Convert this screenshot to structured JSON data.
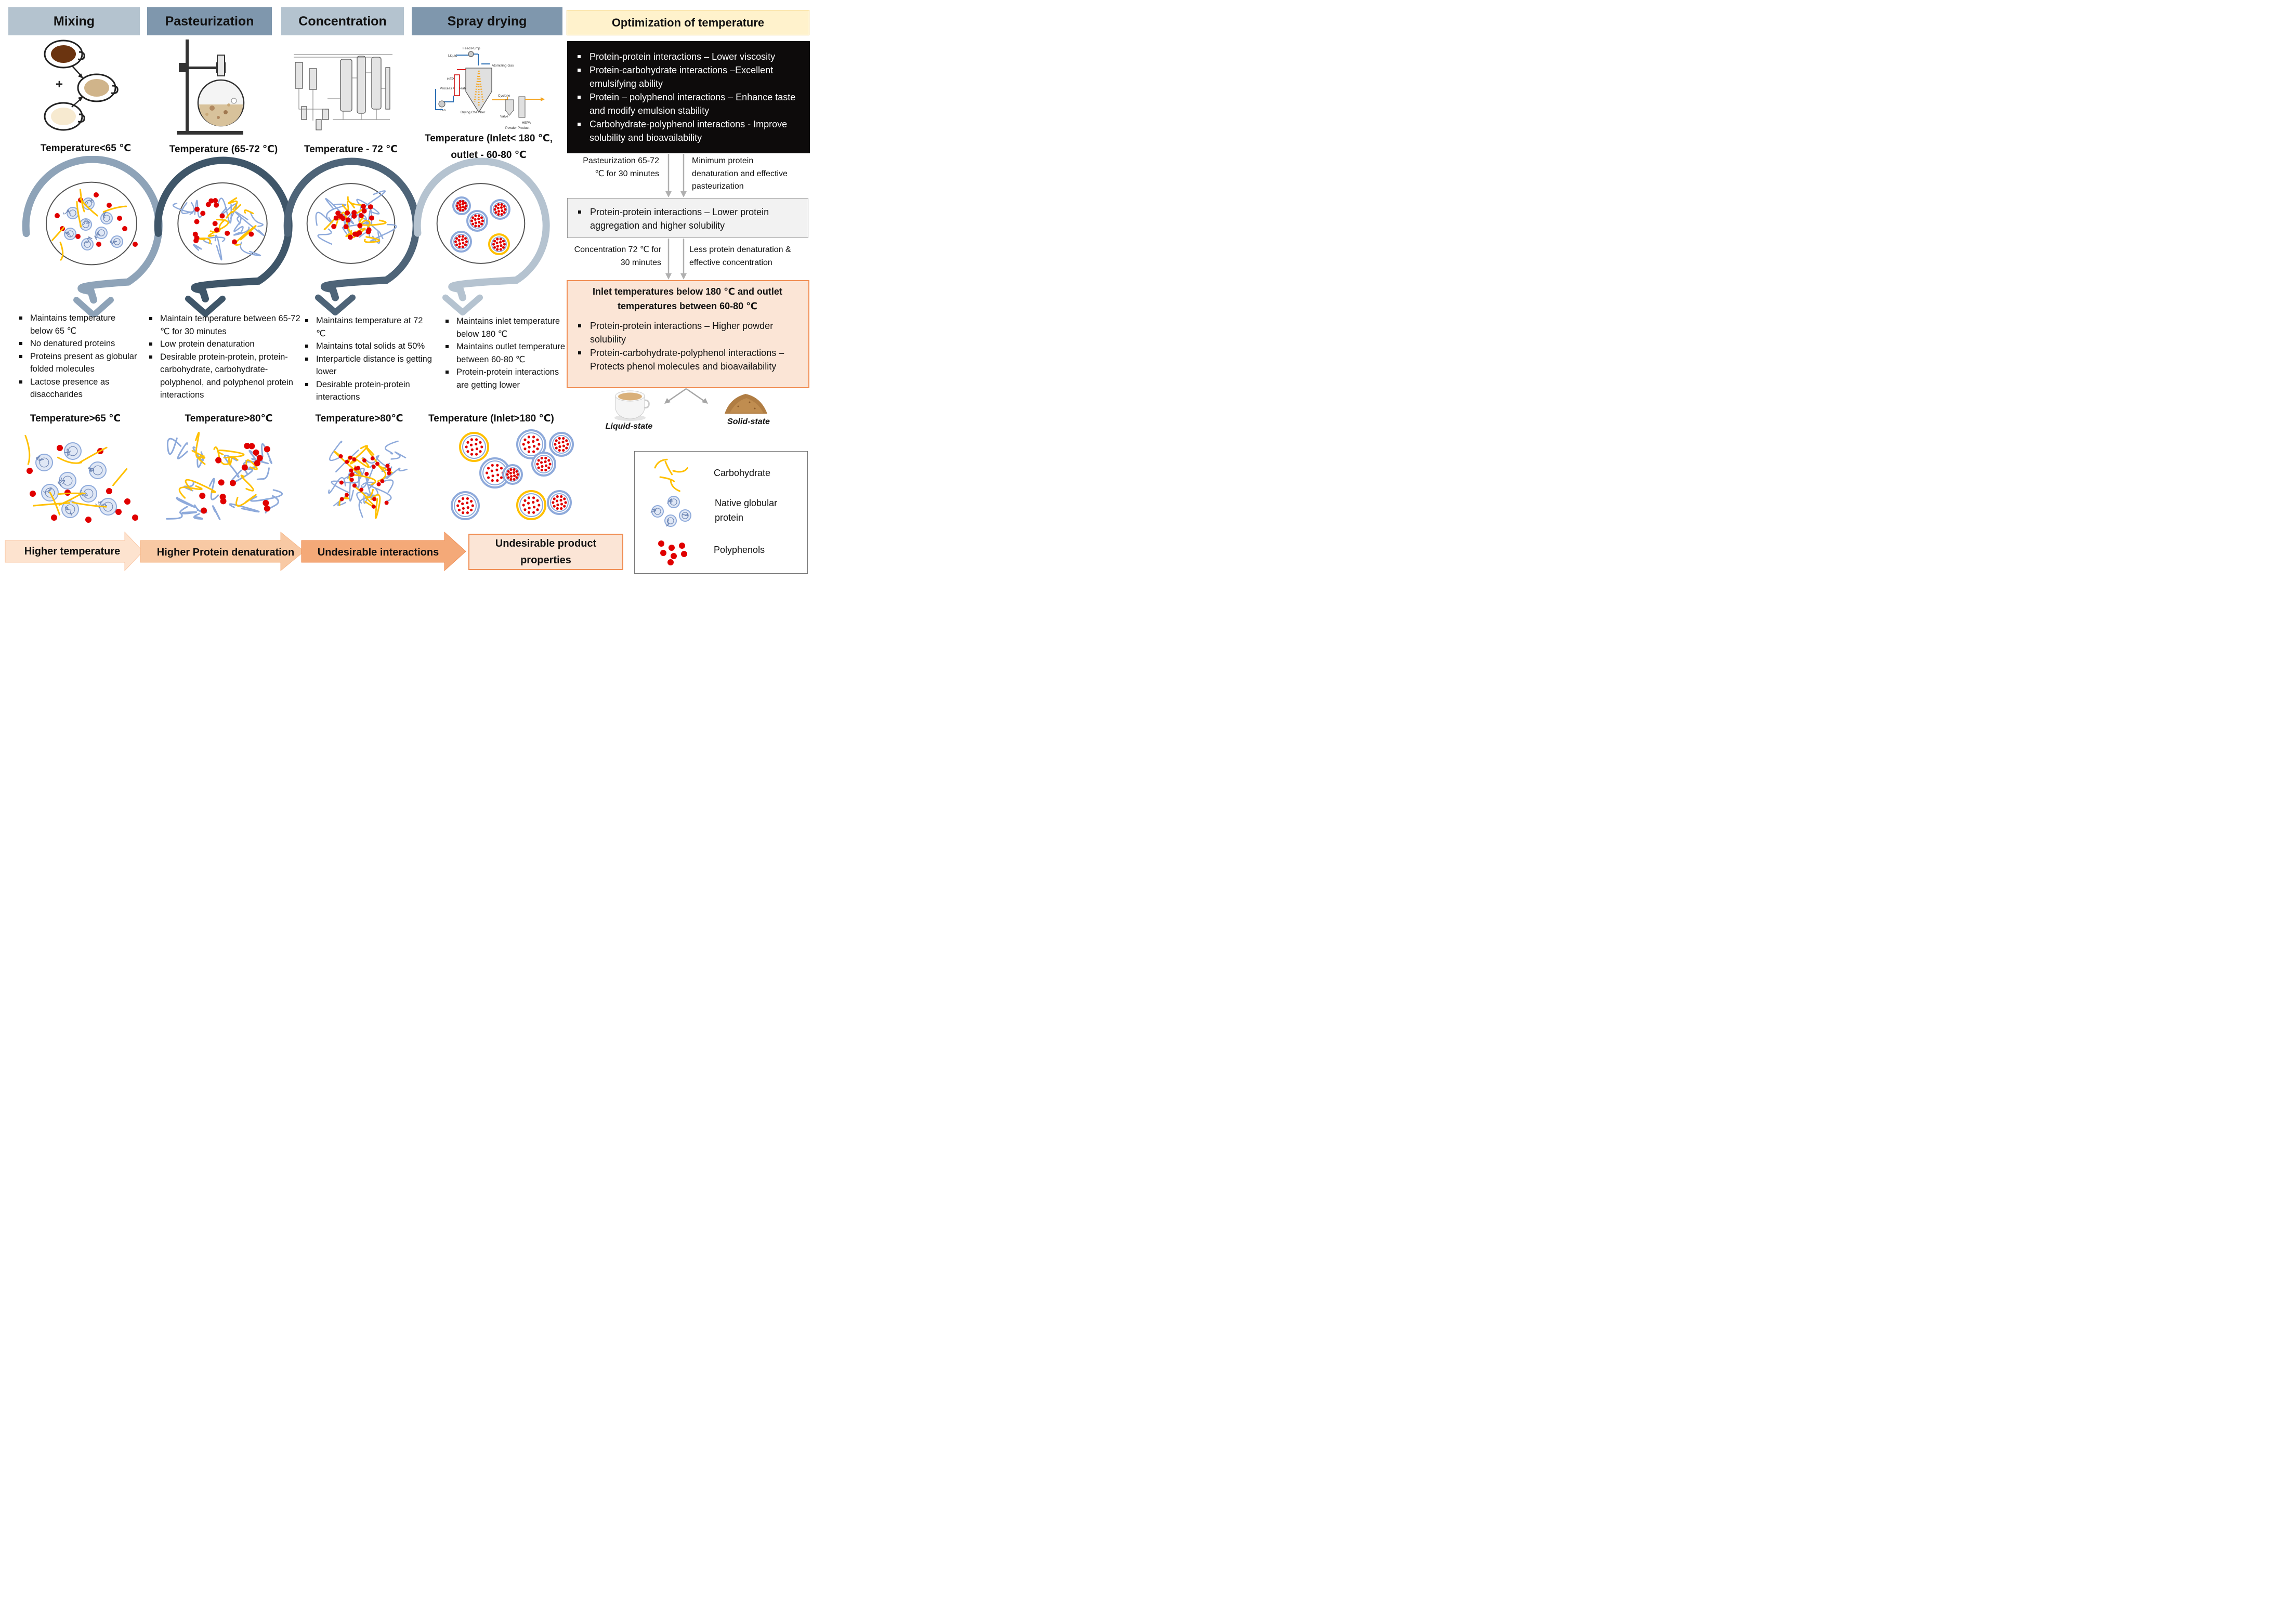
{
  "stages": [
    {
      "id": "mixing",
      "title": "Mixing",
      "temp": "Temperature<65 ℃",
      "bullets": [
        "Maintains temperature below 65 ℃",
        "No denatured proteins",
        "Proteins present as globular folded molecules",
        "Lactose presence as disaccharides"
      ],
      "high_temp": "Temperature>65 ℃"
    },
    {
      "id": "pasteurization",
      "title": "Pasteurization",
      "temp": "Temperature (65-72 ℃)",
      "bullets": [
        "Maintain temperature between 65-72 ℃ for 30 minutes",
        "Low protein denaturation",
        "Desirable protein-protein, protein-carbohydrate, carbohydrate-polyphenol, and polyphenol protein interactions"
      ],
      "high_temp": "Temperature>80℃"
    },
    {
      "id": "concentration",
      "title": "Concentration",
      "temp": "Temperature - 72 ℃",
      "bullets": [
        "Maintains temperature at 72 ℃",
        "Maintains total solids at 50%",
        "Interparticle distance is getting lower",
        "Desirable protein-protein interactions"
      ],
      "high_temp": "Temperature>80℃"
    },
    {
      "id": "spray_drying",
      "title": "Spray drying",
      "temp_line1": "Temperature (Inlet< 180 ℃,",
      "temp_line2": "outlet - 60-80 ℃",
      "bullets": [
        "Maintains inlet temperature below 180 ℃",
        "Maintains outlet temperature between 60-80 ℃",
        "Protein-protein interactions are getting lower"
      ],
      "high_temp": "Temperature (Inlet>180 ℃)"
    }
  ],
  "spray_labels": {
    "feed_pump": "Feed Pump",
    "liquid": "Liquid",
    "atomizing_gas": "Atomizing Gas",
    "hepa": "HEPA",
    "process_air_heater": "Process Air Heater",
    "fan": "Fan",
    "drying_chamber": "Drying Chamber",
    "cyclone": "Cyclone",
    "valve": "Valve",
    "powder_product": "Powder Product",
    "hepa2": "HEPA"
  },
  "optimization": {
    "title": "Optimization of temperature",
    "interactions": [
      "Protein-protein interactions – Lower viscosity",
      "Protein-carbohydrate interactions –Excellent emulsifying ability",
      "Protein – polyphenol interactions – Enhance taste and modify emulsion stability",
      "Carbohydrate-polyphenol interactions - Improve solubility and bioavailability"
    ],
    "step1_left": "Pasteurization 65-72 ℃ for 30 minutes",
    "step1_right": "Minimum protein denaturation and effective pasteurization",
    "step1_box": [
      "Protein-protein interactions – Lower protein aggregation and higher solubility"
    ],
    "step2_left": "Concentration 72 ℃ for 30 minutes",
    "step2_right": "Less protein denaturation & effective concentration",
    "final_title": "Inlet temperatures below 180 ℃ and outlet temperatures between 60-80 ℃",
    "final_items": [
      "Protein-protein interactions – Higher powder solubility",
      "Protein-carbohydrate-polyphenol interactions – Protects phenol molecules and bioavailability"
    ],
    "liquid": "Liquid-state",
    "solid": "Solid-state"
  },
  "legend": {
    "carbohydrate": "Carbohydrate",
    "protein": "Native globular protein",
    "polyphenols": "Polyphenols"
  },
  "flow": {
    "step1": "Higher temperature",
    "step2": "Higher Protein denaturation",
    "step3": "Undesirable interactions",
    "result": "Undesirable product properties"
  },
  "colors": {
    "mixing_hdr": "#b4c3cf",
    "pasteurization_hdr": "#7f97ad",
    "concentration_hdr": "#b4c3cf",
    "spray_hdr": "#7f97ad",
    "opt_hdr": "#fff2cc",
    "protein": "#8eaadb",
    "carbohydrate": "#ffc000",
    "polyphenol": "#e00000",
    "final_box": "#fbe5d6"
  }
}
